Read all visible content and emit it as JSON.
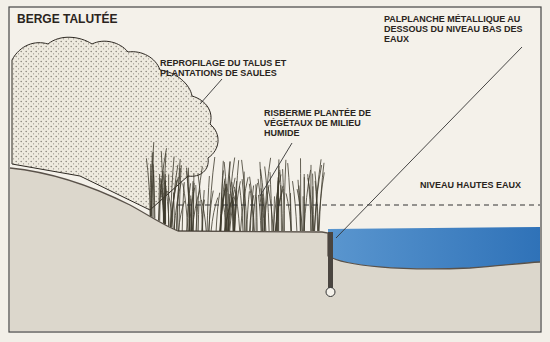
{
  "diagram": {
    "title": "BERGE TALUTÉE",
    "labels": [
      "REPROFILAGE DU TALUS ET PLANTATIONS DE SAULES",
      "RISBERME PLANTÉE DE VÉGÉTAUX DE MILIEU HUMIDE",
      "PALPLANCHE MÉTALLIQUE AU DESSOUS DU NIVEAU BAS DES EAUX",
      "NIVEAU HAUTES EAUX"
    ]
  }
}
